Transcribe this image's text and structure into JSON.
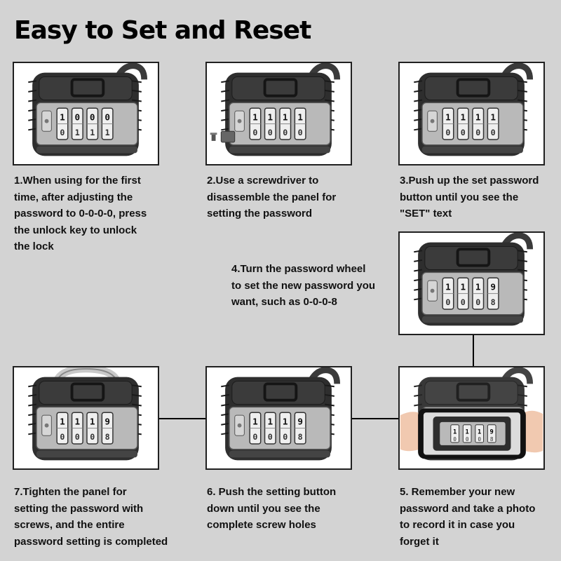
{
  "title": "Easy to Set and Reset",
  "steps": [
    {
      "id": 1,
      "lines": [
        "1.When using for the first",
        "time, after adjusting the",
        "password to 0-0-0-0, press",
        "the unlock key to unlock",
        "the lock"
      ],
      "wheels": [
        "1",
        "0",
        "0",
        "0"
      ],
      "wheels_below": [
        "0",
        "1",
        "1",
        "1"
      ]
    },
    {
      "id": 2,
      "lines": [
        "2.Use a screwdriver to",
        "disassemble the panel for",
        "setting the password"
      ],
      "wheels": [
        "1",
        "1",
        "1",
        "1"
      ],
      "wheels_below": [
        "0",
        "0",
        "0",
        "0"
      ]
    },
    {
      "id": 3,
      "lines": [
        "3.Push up the set password",
        "button until you see the",
        "\"SET\" text"
      ],
      "wheels": [
        "1",
        "1",
        "1",
        "1"
      ],
      "wheels_below": [
        "0",
        "0",
        "0",
        "0"
      ]
    },
    {
      "id": 4,
      "lines": [
        "4.Turn the password wheel",
        "to set the new password you",
        "want, such as 0-0-0-8"
      ],
      "wheels": [
        "1",
        "1",
        "1",
        "9"
      ],
      "wheels_below": [
        "0",
        "0",
        "0",
        "8"
      ]
    },
    {
      "id": 5,
      "lines": [
        "5. Remember your new",
        "password and take a photo",
        "to record it in case you",
        "forget it"
      ],
      "wheels": [
        "1",
        "1",
        "1",
        "9"
      ],
      "wheels_below": [
        "0",
        "0",
        "0",
        "8"
      ]
    },
    {
      "id": 6,
      "lines": [
        "6. Push the setting button",
        "down until you see the",
        "complete screw holes"
      ],
      "wheels": [
        "1",
        "1",
        "1",
        "9"
      ],
      "wheels_below": [
        "0",
        "0",
        "0",
        "8"
      ]
    },
    {
      "id": 7,
      "lines": [
        "7.Tighten the panel for",
        "setting the password with",
        "screws, and the entire",
        "password setting is completed"
      ],
      "wheels": [
        "1",
        "1",
        "1",
        "9"
      ],
      "wheels_below": [
        "0",
        "0",
        "0",
        "8"
      ]
    }
  ],
  "colors": {
    "background": "#d3d3d3",
    "lock_body": "#2e2e2e",
    "lock_panel": "#b9b9b9",
    "wheel": "#efefef"
  }
}
